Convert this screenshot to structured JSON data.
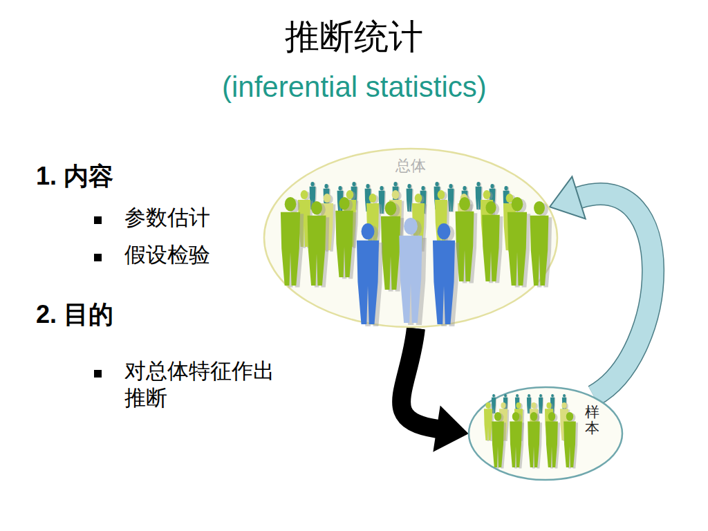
{
  "diagram": {
    "title": "推断统计",
    "nodes": [
      {
        "text": [
          "总体"
        ]
      },
      {
        "text": [
          "样本"
        ]
      }
    ],
    "edges": [
      {
        "from": 0,
        "to": 1,
        "arrow": "to"
      },
      {
        "from": 1,
        "to": 0,
        "arrow": "to"
      }
    ],
    "labels": [
      "(inferential statistics)",
      "1. 内容",
      "参数估计",
      "假设检验",
      "2. 目的",
      "对总体特征作出推断"
    ]
  }
}
